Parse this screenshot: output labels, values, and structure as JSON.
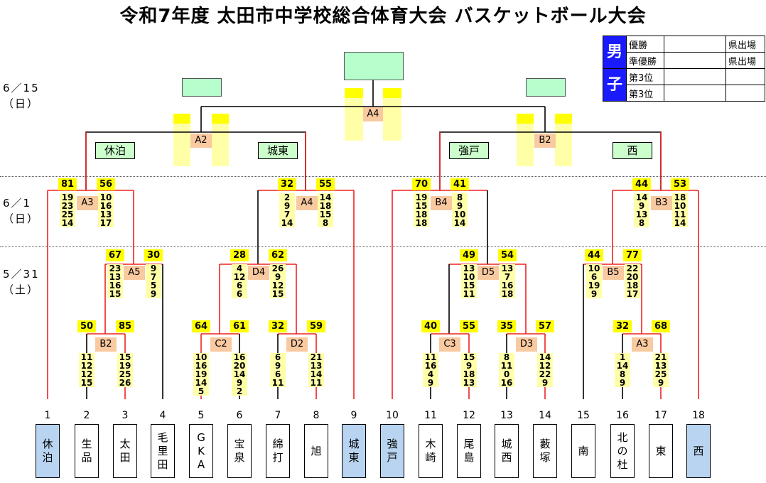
{
  "title": "令和7年度 太田市中学校総合体育大会 バスケットボール大会",
  "dates": {
    "final": "6／15\n（日）",
    "semis": "6／1\n（日）",
    "early": "5／31\n（土）"
  },
  "results_table": {
    "gender": "男\n\n子",
    "rows": [
      {
        "label": "優勝",
        "name": "",
        "pref": "県出場"
      },
      {
        "label": "準優勝",
        "name": "",
        "pref": "県出場"
      },
      {
        "label": "第3位",
        "name": "",
        "pref": ""
      },
      {
        "label": "第3位",
        "name": "",
        "pref": ""
      }
    ]
  },
  "seeds": {
    "A2_left": "休泊",
    "A2_right": "城東",
    "B2_left": "強戸",
    "B2_right": "西"
  },
  "matches": {
    "A4_final": "A4",
    "A2": "A2",
    "B2_top": "B2",
    "A3": "A3",
    "A4": "A4",
    "B4": "B4",
    "B3": "B3",
    "A5": "A5",
    "D4": "D4",
    "D5": "D5",
    "B5": "B5",
    "B2": "B2",
    "C2": "C2",
    "D2": "D2",
    "C3": "C3",
    "D3": "D3",
    "A3_bottom": "A3"
  },
  "scores": {
    "A3_l": "81",
    "A3_r": "56",
    "A4_l": "32",
    "A4_r": "55",
    "B4_l": "70",
    "B4_r": "41",
    "B3_l": "44",
    "B3_r": "53",
    "A5_l": "67",
    "A5_r": "30",
    "D4_l": "28",
    "D4_r": "62",
    "D5_l": "49",
    "D5_r": "54",
    "B5_l": "44",
    "B5_r": "77",
    "B2_l": "50",
    "B2_r": "85",
    "C2_l": "64",
    "C2_r": "61",
    "D2_l": "32",
    "D2_r": "59",
    "C3_l": "40",
    "C3_r": "55",
    "D3_l": "35",
    "D3_r": "57",
    "A3b_l": "32",
    "A3b_r": "68"
  },
  "quarters": {
    "A3_l": "19\n23\n25\n14",
    "A3_r": "10\n16\n13\n17",
    "A4_l": "2\n9\n7\n14",
    "A4_r": "14\n18\n15\n8",
    "B4_l": "19\n15\n18\n18",
    "B4_r": "8\n9\n10\n14",
    "B3_l": "14\n9\n13\n8",
    "B3_r": "18\n10\n11\n14",
    "A5_l": "23\n13\n16\n15",
    "A5_r": "9\n7\n5\n9",
    "D4_l": "4\n12\n6\n6",
    "D4_r": "26\n9\n12\n15",
    "D5_l": "13\n10\n15\n11",
    "D5_r": "13\n7\n16\n18",
    "B5_l": "10\n6\n19\n9",
    "B5_r": "22\n20\n18\n17",
    "B2_l": "11\n12\n12\n15",
    "B2_r": "15\n19\n25\n26",
    "C2_l": "10\n16\n19\n14\n5",
    "C2_r": "16\n20\n14\n9\n2",
    "D2_l": "6\n9\n6\n11",
    "D2_r": "21\n13\n14\n11",
    "C3_l": "11\n16\n4\n9",
    "C3_r": "15\n9\n18\n13",
    "D3_l": "8\n11\n0\n16",
    "D3_r": "14\n12\n22\n9",
    "A3b_l": "1\n14\n8\n9",
    "A3b_r": "21\n13\n25\n9"
  },
  "teams": [
    {
      "num": "1",
      "name": "休\n泊"
    },
    {
      "num": "2",
      "name": "生\n品"
    },
    {
      "num": "3",
      "name": "太\n田"
    },
    {
      "num": "4",
      "name": "毛\n里\n田"
    },
    {
      "num": "5",
      "name": "G\nK\nA"
    },
    {
      "num": "6",
      "name": "宝\n泉"
    },
    {
      "num": "7",
      "name": "綿\n打"
    },
    {
      "num": "8",
      "name": "旭"
    },
    {
      "num": "9",
      "name": "城\n東"
    },
    {
      "num": "10",
      "name": "強\n戸"
    },
    {
      "num": "11",
      "name": "木\n崎"
    },
    {
      "num": "12",
      "name": "尾\n島"
    },
    {
      "num": "13",
      "name": "城\n西"
    },
    {
      "num": "14",
      "name": "藪\n塚"
    },
    {
      "num": "15",
      "name": "南"
    },
    {
      "num": "16",
      "name": "北\nの\n杜"
    },
    {
      "num": "17",
      "name": "東"
    },
    {
      "num": "18",
      "name": "西"
    }
  ],
  "colors": {
    "winner_line": "#ee2222",
    "loser_line": "#000000",
    "score_box": "#ffff00",
    "match_label": "#f9c9a0",
    "quarter_bg": "#ffffa8",
    "team_highlight": "#b8d4f0",
    "seed_box": "#ccffcc",
    "gender_box": "#1a1aff"
  }
}
